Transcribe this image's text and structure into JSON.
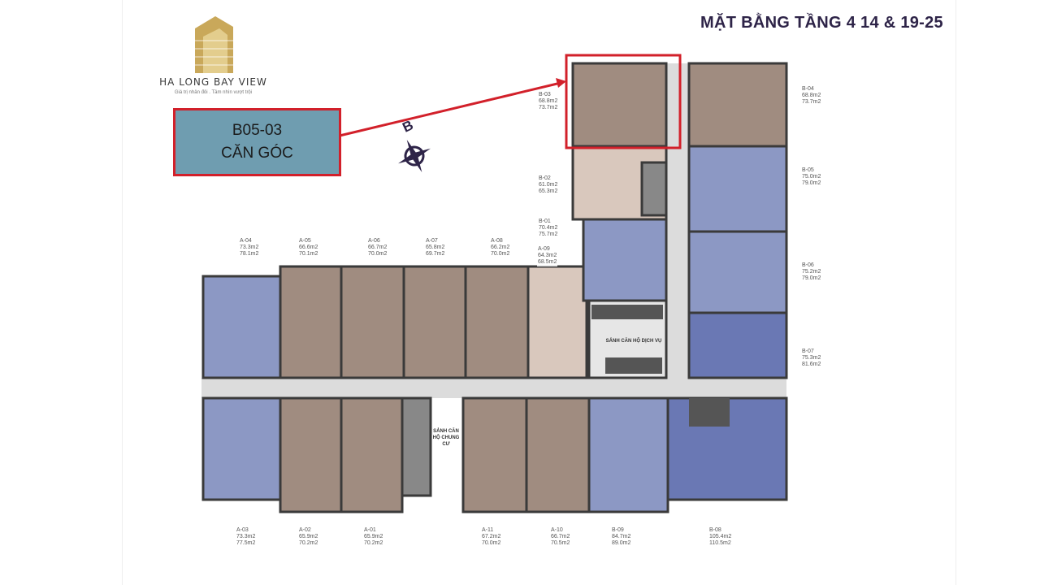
{
  "header": {
    "title": "MẶT BẰNG TẦNG 4 14 & 19-25"
  },
  "logo": {
    "brand": "HA LONG BAY VIEW",
    "slogan": "Giá trị nhân đôi . Tầm nhìn vượt trội"
  },
  "callout": {
    "line1": "B05-03",
    "line2": "CĂN GÓC"
  },
  "compass": {
    "letter": "B"
  },
  "lobbies": {
    "service": "SẢNH CĂN HỘ DỊCH VỤ",
    "apartment": "SẢNH CĂN HỘ CHUNG CƯ"
  },
  "units": [
    {
      "code": "A-04",
      "area1": "73.3m2",
      "area2": "78.1m2"
    },
    {
      "code": "A-05",
      "area1": "66.6m2",
      "area2": "70.1m2"
    },
    {
      "code": "A-06",
      "area1": "66.7m2",
      "area2": "70.0m2"
    },
    {
      "code": "A-07",
      "area1": "65.8m2",
      "area2": "69.7m2"
    },
    {
      "code": "A-08",
      "area1": "66.2m2",
      "area2": "70.0m2"
    },
    {
      "code": "A-09",
      "area1": "64.3m2",
      "area2": "68.5m2"
    },
    {
      "code": "A-03",
      "area1": "73.3m2",
      "area2": "77.5m2"
    },
    {
      "code": "A-02",
      "area1": "65.9m2",
      "area2": "70.2m2"
    },
    {
      "code": "A-01",
      "area1": "65.9m2",
      "area2": "70.2m2"
    },
    {
      "code": "A-11",
      "area1": "67.2m2",
      "area2": "70.0m2"
    },
    {
      "code": "A-10",
      "area1": "66.7m2",
      "area2": "70.5m2"
    },
    {
      "code": "B-09",
      "area1": "84.7m2",
      "area2": "89.0m2"
    },
    {
      "code": "B-08",
      "area1": "105.4m2",
      "area2": "110.5m2"
    },
    {
      "code": "B-03",
      "area1": "68.8m2",
      "area2": "73.7m2"
    },
    {
      "code": "B-02",
      "area1": "61.0m2",
      "area2": "65.3m2"
    },
    {
      "code": "B-01",
      "area1": "70.4m2",
      "area2": "75.7m2"
    },
    {
      "code": "B-04",
      "area1": "68.8m2",
      "area2": "73.7m2"
    },
    {
      "code": "B-05",
      "area1": "75.0m2",
      "area2": "79.0m2"
    },
    {
      "code": "B-06",
      "area1": "75.2m2",
      "area2": "79.0m2"
    },
    {
      "code": "B-07",
      "area1": "75.3m2",
      "area2": "81.6m2"
    }
  ],
  "colors": {
    "brown": "#a08c80",
    "light_brown": "#d9c8bd",
    "blue": "#8c98c4",
    "dark_blue": "#6a78b4",
    "highlight": "#d2202a",
    "callout_fill": "#6f9db0"
  }
}
